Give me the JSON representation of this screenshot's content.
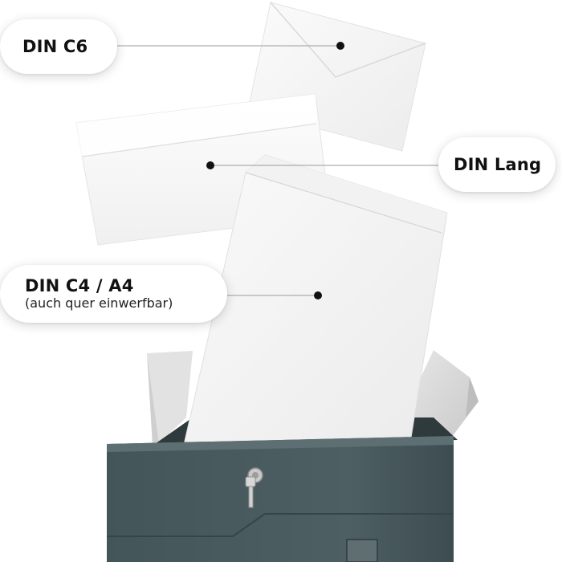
{
  "labels": {
    "din_c6": "DIN C6",
    "din_lang": "DIN Lang",
    "din_c4_a4": "DIN C4 / A4",
    "din_c4_a4_note": "(auch quer einwerfbar)"
  },
  "colors": {
    "mailbox_body": "#4a5b5b",
    "envelope_white": "#f7f7f7",
    "leader_line": "#9a9a9a",
    "marker_dot": "#111111"
  },
  "icons": [
    "lock-icon",
    "key-icon"
  ]
}
